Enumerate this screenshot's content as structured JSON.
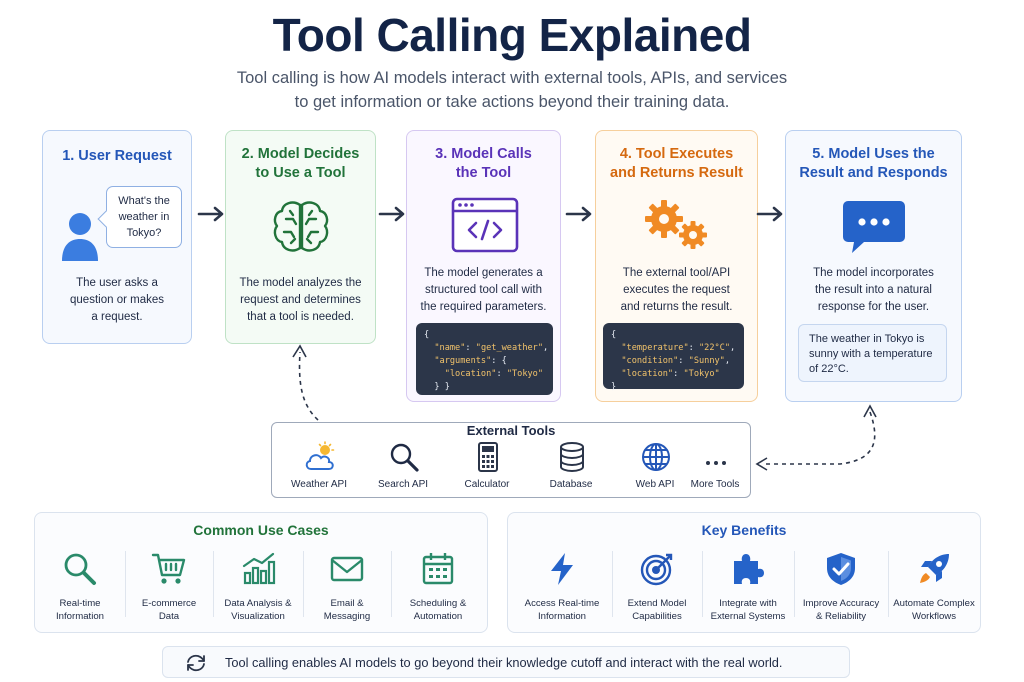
{
  "header": {
    "title": "Tool Calling Explained",
    "subtitle_line1": "Tool calling is how AI models interact with external tools, APIs, and services",
    "subtitle_line2": "to get information or take actions beyond their training data."
  },
  "steps": [
    {
      "title_line1": "1. User Request",
      "bubble_line1": "What's the",
      "bubble_line2": "weather in",
      "bubble_line3": "Tokyo?",
      "desc_line1": "The user asks a",
      "desc_line2": "question or makes",
      "desc_line3": "a request.",
      "icon": "user-icon",
      "color": "#2457b8"
    },
    {
      "title_line1": "2. Model Decides",
      "title_line2": "to Use a Tool",
      "desc_line1": "The model analyzes the",
      "desc_line2": "request and determines",
      "desc_line3": "that a tool is needed.",
      "icon": "brain-icon",
      "color": "#21733a"
    },
    {
      "title_line1": "3. Model Calls",
      "title_line2": "the Tool",
      "desc_line1": "The model generates a",
      "desc_line2": "structured tool call with",
      "desc_line3": "the required parameters.",
      "icon": "code-window-icon",
      "color": "#5a33b8",
      "code": {
        "l1": "{",
        "l2_key": "\"name\"",
        "l2_val": "\"get_weather\"",
        "l3_key": "\"arguments\"",
        "l4_key": "\"location\"",
        "l4_val": "\"Tokyo\"",
        "l5": "} }"
      }
    },
    {
      "title_line1": "4. Tool Executes",
      "title_line2": "and Returns Result",
      "desc_line1": "The external tool/API",
      "desc_line2": "executes the request",
      "desc_line3": "and returns the result.",
      "icon": "gears-icon",
      "color": "#d5690f",
      "code": {
        "l1": "{",
        "l2_key": "\"temperature\"",
        "l2_val": "\"22°C\"",
        "l3_key": "\"condition\"",
        "l3_val": "\"Sunny\"",
        "l4_key": "\"location\"",
        "l4_val": "\"Tokyo\"",
        "l5": "}"
      }
    },
    {
      "title_line1": "5. Model Uses the",
      "title_line2": "Result and Responds",
      "desc_line1": "The model incorporates",
      "desc_line2": "the result into a natural",
      "desc_line3": "response for the user.",
      "icon": "chat-bubble-icon",
      "color": "#2457b8",
      "result_line1": "The weather in Tokyo is",
      "result_line2": "sunny with a temperature",
      "result_line3": "of 22°C."
    }
  ],
  "external_tools": {
    "title": "External Tools",
    "items": [
      {
        "label": "Weather API",
        "icon": "weather-icon"
      },
      {
        "label": "Search API",
        "icon": "search-icon"
      },
      {
        "label": "Calculator",
        "icon": "calculator-icon"
      },
      {
        "label": "Database",
        "icon": "database-icon"
      },
      {
        "label": "Web API",
        "icon": "globe-icon"
      },
      {
        "label": "More Tools",
        "icon": "more-icon"
      }
    ]
  },
  "use_cases": {
    "title": "Common Use Cases",
    "items": [
      {
        "line1": "Real-time",
        "line2": "Information",
        "icon": "magnifier-icon"
      },
      {
        "line1": "E-commerce",
        "line2": "Data",
        "icon": "cart-icon"
      },
      {
        "line1": "Data Analysis &",
        "line2": "Visualization",
        "icon": "bar-chart-icon"
      },
      {
        "line1": "Email &",
        "line2": "Messaging",
        "icon": "mail-icon"
      },
      {
        "line1": "Scheduling &",
        "line2": "Automation",
        "icon": "calendar-icon"
      }
    ]
  },
  "benefits": {
    "title": "Key Benefits",
    "items": [
      {
        "line1": "Access Real-time",
        "line2": "Information",
        "icon": "lightning-icon"
      },
      {
        "line1": "Extend Model",
        "line2": "Capabilities",
        "icon": "target-icon"
      },
      {
        "line1": "Integrate with",
        "line2": "External Systems",
        "icon": "puzzle-icon"
      },
      {
        "line1": "Improve Accuracy",
        "line2": "& Reliability",
        "icon": "shield-check-icon"
      },
      {
        "line1": "Automate Complex",
        "line2": "Workflows",
        "icon": "rocket-icon"
      }
    ]
  },
  "footer": {
    "text": "Tool calling enables AI models to go beyond their knowledge cutoff and interact with the real world.",
    "icon": "refresh-icon"
  },
  "colors": {
    "navy": "#132447",
    "blue": "#2457b8",
    "green": "#21733a",
    "purple": "#5a33b8",
    "orange": "#d5690f",
    "code_bg": "#2c3649"
  }
}
